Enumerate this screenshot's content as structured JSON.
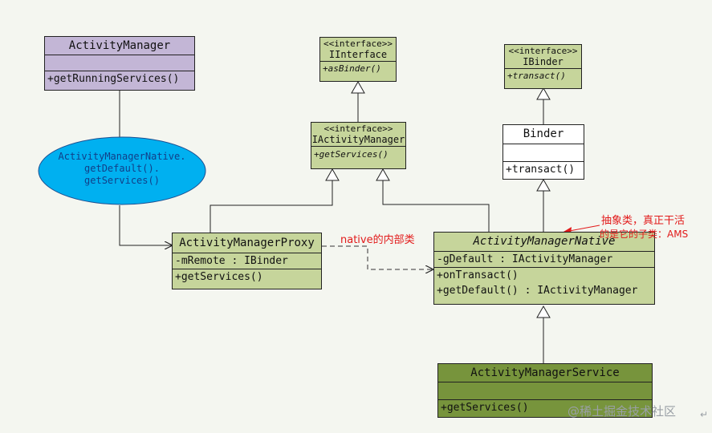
{
  "classes": {
    "activity_manager": {
      "name": "ActivityManager",
      "methods": [
        "+getRunningServices()"
      ]
    },
    "iinterface": {
      "stereotype": "<<interface>>",
      "name": "IInterface",
      "methods": [
        "+asBinder()"
      ]
    },
    "ibinder": {
      "stereotype": "<<interface>>",
      "name": "IBinder",
      "methods": [
        "+transact()"
      ]
    },
    "iactivity_manager": {
      "stereotype": "<<interface>>",
      "name": "IActivityManager",
      "methods": [
        "+getServices()"
      ]
    },
    "binder": {
      "name": "Binder",
      "methods": [
        "+transact()"
      ]
    },
    "proxy": {
      "name": "ActivityManagerProxy",
      "attributes": [
        "-mRemote : IBinder"
      ],
      "methods": [
        "+getServices()"
      ]
    },
    "native": {
      "name": "ActivityManagerNative",
      "attributes": [
        "-gDefault : IActivityManager"
      ],
      "methods": [
        "+onTransact()",
        "+getDefault() : IActivityManager"
      ]
    },
    "service": {
      "name": "ActivityManagerService",
      "methods": [
        "+getServices()"
      ]
    }
  },
  "ellipse": {
    "lines": [
      "ActivityManagerNative.",
      "getDefault().",
      "getServices()"
    ],
    "fill": "#00b0f0"
  },
  "annotations": {
    "native_inner": "native的内部类",
    "abstract_line1": "抽象类，真正干活",
    "abstract_line2": "的是它的子类：AMS"
  },
  "watermark": "@稀土掘金技术社区",
  "colors": {
    "purple": "#c3b6d6",
    "green": "#c6d59b",
    "dark_green": "#77943c",
    "annotation": "#e21a1a"
  }
}
